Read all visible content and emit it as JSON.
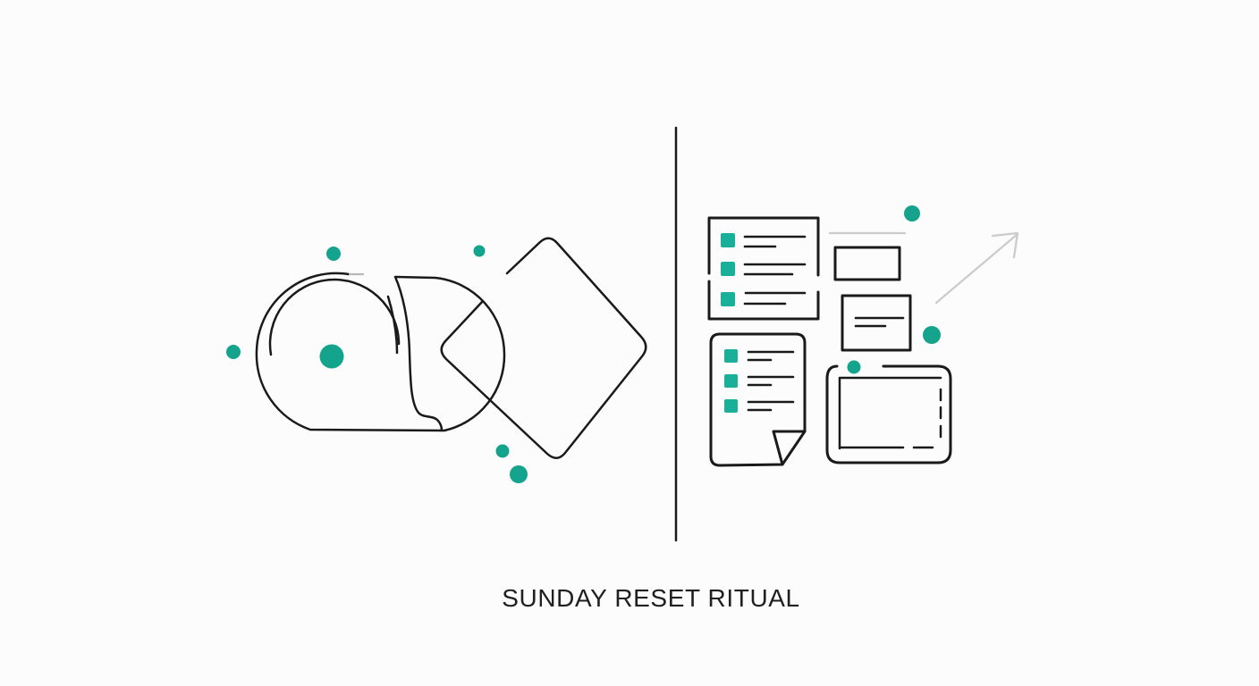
{
  "title": "SUNDAY RESET RITUAL",
  "theme": {
    "background": "#fcfcfc",
    "ink": "#1a1a1a",
    "accent": "#14a38c",
    "accent_square": "#1aaf99",
    "muted": "#cccccc"
  },
  "scene": {
    "left_panel": {
      "illustration": "washi-tape-roll-with-tilted-rounded-square",
      "accent_dot_count": 6
    },
    "divider": {
      "orientation": "vertical"
    },
    "right_panel": {
      "checklist_card": {
        "checked_items": 3
      },
      "blank_rectangle": {},
      "text_card": {
        "text_lines": 2
      },
      "checklist_document": {
        "checked_items": 3,
        "folded_corner": "bottom-right"
      },
      "tablet_frame": {
        "right_edge_style": "dashed"
      },
      "growth_arrow": {
        "direction": "up-right"
      },
      "accent_dot_count": 3
    }
  }
}
